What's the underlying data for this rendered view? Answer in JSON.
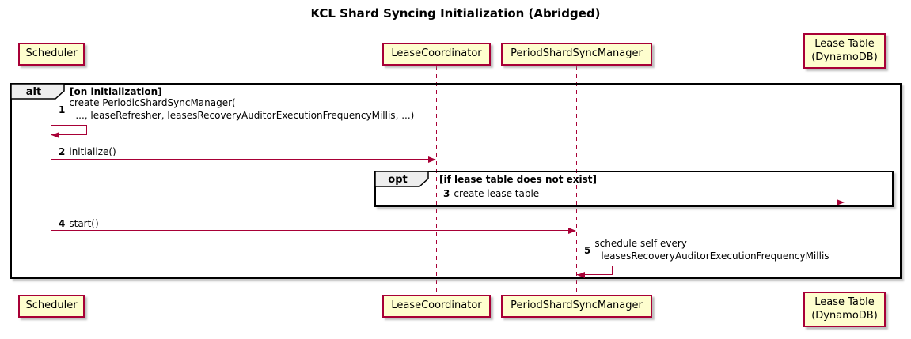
{
  "title": "KCL Shard Syncing Initialization (Abridged)",
  "colors": {
    "message_arrow": "#A80036",
    "participant_fill": "#FEFECE",
    "participant_border": "#A80036",
    "frame_border": "#000000",
    "operator_label_bg": "#EEEEEE"
  },
  "participants": [
    {
      "id": "scheduler",
      "label": "Scheduler"
    },
    {
      "id": "lease-coordinator",
      "label": "LeaseCoordinator"
    },
    {
      "id": "period-shard-sync-manager",
      "label": "PeriodShardSyncManager"
    },
    {
      "id": "lease-table",
      "label": "Lease Table",
      "label2": "(DynamoDB)"
    }
  ],
  "frames": {
    "alt": {
      "operator": "alt",
      "condition": "[on initialization]"
    },
    "opt": {
      "operator": "opt",
      "condition": "[if lease table does not exist]"
    }
  },
  "messages": [
    {
      "number": "1",
      "from": "Scheduler",
      "to": "Scheduler",
      "line1": "create PeriodicShardSyncManager(",
      "line2": "..., leaseRefresher, leasesRecoveryAuditorExecutionFrequencyMillis, ...)"
    },
    {
      "number": "2",
      "from": "Scheduler",
      "to": "LeaseCoordinator",
      "text": "initialize()"
    },
    {
      "number": "3",
      "from": "LeaseCoordinator",
      "to": "Lease Table (DynamoDB)",
      "text": "create lease table"
    },
    {
      "number": "4",
      "from": "Scheduler",
      "to": "PeriodShardSyncManager",
      "text": "start()"
    },
    {
      "number": "5",
      "from": "PeriodShardSyncManager",
      "to": "PeriodShardSyncManager",
      "line1": "schedule self every",
      "line2": "leasesRecoveryAuditorExecutionFrequencyMillis"
    }
  ]
}
